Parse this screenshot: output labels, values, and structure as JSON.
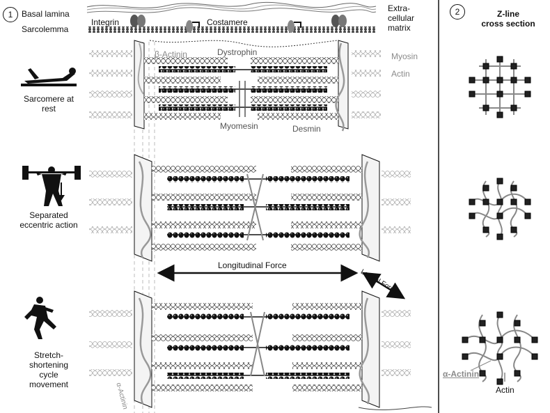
{
  "panel1": {
    "number": "1",
    "labels": {
      "basal_lamina": "Basal lamina",
      "sarcolemma": "Sarcolemma",
      "integrin": "Integrin",
      "costamere": "Costamere",
      "extracellular_matrix": "Extra-\ncellular\nmatrix",
      "beta_actinin": "β-Actinin",
      "dystrophin": "Dystrophin",
      "myosin": "Myosin",
      "actin": "Actin",
      "myomesin": "Myomesin",
      "desmin": "Desmin",
      "alpha_actinin": "α-Actinin",
      "longitudinal_force": "Longitudinal Force",
      "lateral_force": "Lateral Force"
    },
    "states": [
      {
        "label": "Sarcomere at\nrest",
        "icon": "lying-person-icon"
      },
      {
        "label": "Separated\neccentric action",
        "icon": "weightlifter-icon"
      },
      {
        "label": "Stretch-\nshortening\ncycle\nmovement",
        "icon": "runner-icon"
      }
    ]
  },
  "panel2": {
    "number": "2",
    "title": "Z-line\ncross section",
    "alpha_actinin": "α-Actinin",
    "actin": "Actin"
  },
  "colors": {
    "line": "#111111",
    "grey": "#8a8a8a",
    "membrane": "#555555"
  }
}
